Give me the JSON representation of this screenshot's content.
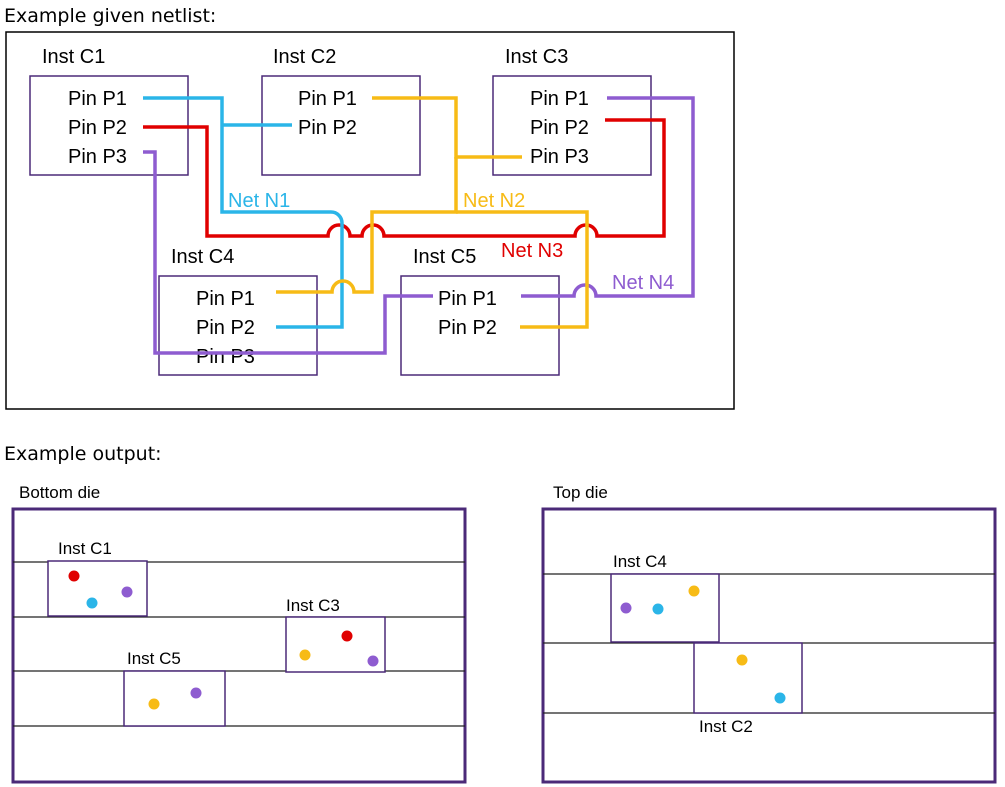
{
  "captions": {
    "netlist": "Example given netlist:",
    "output": "Example output:"
  },
  "colors": {
    "N1": "#2bb5e8",
    "N2": "#f7bb16",
    "N3": "#e00000",
    "N4": "#8e5cd0",
    "inst_border": "#4b2a78"
  },
  "netlist": {
    "instances": {
      "C1": {
        "name": "Inst C1",
        "pins": [
          "Pin P1",
          "Pin P2",
          "Pin P3"
        ]
      },
      "C2": {
        "name": "Inst C2",
        "pins": [
          "Pin P1",
          "Pin P2"
        ]
      },
      "C3": {
        "name": "Inst C3",
        "pins": [
          "Pin P1",
          "Pin P2",
          "Pin P3"
        ]
      },
      "C4": {
        "name": "Inst C4",
        "pins": [
          "Pin P1",
          "Pin P2",
          "Pin P3"
        ]
      },
      "C5": {
        "name": "Inst C5",
        "pins": [
          "Pin P1",
          "Pin P2"
        ]
      }
    },
    "nets": {
      "N1": "Net N1",
      "N2": "Net N2",
      "N3": "Net N3",
      "N4": "Net N4"
    }
  },
  "output": {
    "bottom_die": {
      "title": "Bottom die",
      "instances": {
        "C1": "Inst C1",
        "C3": "Inst C3",
        "C5": "Inst C5"
      }
    },
    "top_die": {
      "title": "Top die",
      "instances": {
        "C4": "Inst C4",
        "C2": "Inst C2"
      }
    }
  }
}
